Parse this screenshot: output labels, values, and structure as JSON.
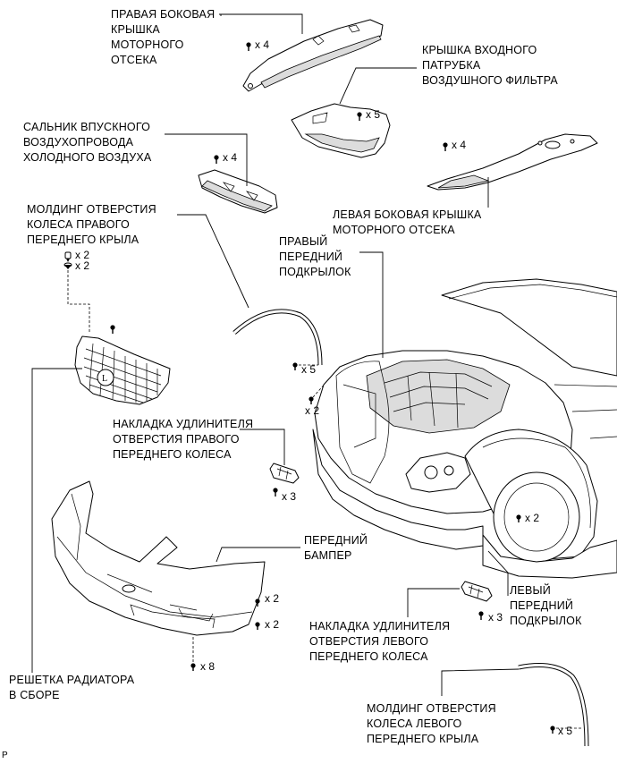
{
  "labels": {
    "right_engine_side_cover": "ПРАВАЯ БОКОВАЯ\nКРЫШКА\nМОТОРНОГО\nОТСЕКА",
    "air_filter_inlet_cover": "КРЫШКА ВХОДНОГО\nПАТРУБКА\nВОЗДУШНОГО ФИЛЬТРА",
    "cold_air_intake_seal": "САЛЬНИК ВПУСКНОГО\nВОЗДУХОПРОВОДА\nХОЛОДНОГО ВОЗДУХА",
    "left_engine_side_cover": "ЛЕВАЯ БОКОВАЯ КРЫШКА\nМОТОРНОГО ОТСЕКА",
    "right_wheel_opening_molding": "МОЛДИНГ ОТВЕРСТИЯ\nКОЛЕСА ПРАВОГО\nПЕРЕДНЕГО КРЫЛА",
    "right_front_fender_liner": "ПРАВЫЙ\nПЕРЕДНИЙ\nПОДКРЫЛОК",
    "right_wheel_extension_pad": "НАКЛАДКА УДЛИНИТЕЛЯ\nОТВЕРСТИЯ ПРАВОГО\nПЕРЕДНЕГО КОЛЕСА",
    "front_bumper": "ПЕРЕДНИЙ\nБАМПЕР",
    "left_front_fender_liner": "ЛЕВЫЙ\nПЕРЕДНИЙ\nПОДКРЫЛОК",
    "left_wheel_extension_pad": "НАКЛАДКА УДЛИНИТЕЛЯ\nОТВЕРСТИЯ ЛЕВОГО\nПЕРЕДНЕГО КОЛЕСА",
    "radiator_grille": "РЕШЕТКА РАДИАТОРА\nВ СБОРЕ",
    "left_wheel_opening_molding": "МОЛДИНГ ОТВЕРСТИЯ\nКОЛЕСА ЛЕВОГО\nПЕРЕДНЕГО КРЫЛА"
  },
  "counts": {
    "right_cover_clips": "x 4",
    "inlet_cover_clips": "x 5",
    "intake_seal_clips": "x 4",
    "left_cover_clips": "x 4",
    "grille_clips_a": "x 2",
    "grille_clips_b": "x 2",
    "right_molding_clips": "x 5",
    "right_liner_screws": "x 2",
    "right_pad_clips": "x 3",
    "left_liner_screws": "x 2",
    "bumper_screws_a": "x 2",
    "bumper_screws_b": "x 2",
    "left_pad_clips": "x 3",
    "bumper_bottom_screws": "x 8",
    "left_molding_clips": "x 5"
  },
  "footer_mark": "P"
}
